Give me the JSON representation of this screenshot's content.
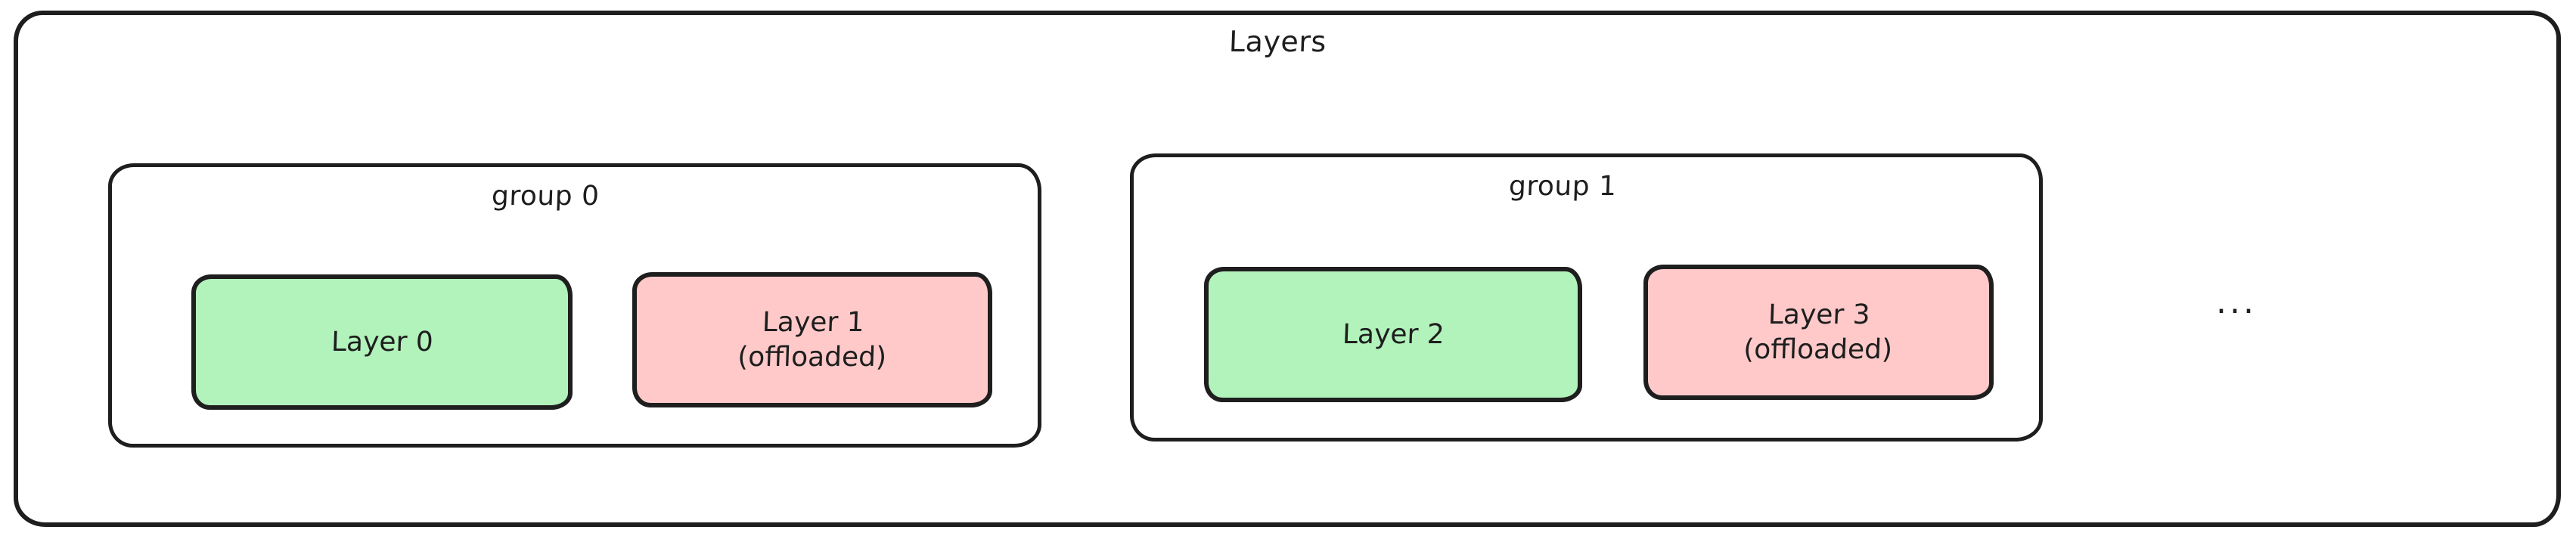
{
  "diagram": {
    "title": "Layers",
    "style": "hand-drawn",
    "background_color": "#ffffff",
    "stroke_color": "#1e1e1e",
    "colors": {
      "resident_fill": "#b2f2bb",
      "offloaded_fill": "#ffc9c9",
      "container_fill": "#ffffff"
    },
    "groups": [
      {
        "label": "group 0",
        "layers": [
          {
            "label": "Layer 0",
            "state": "resident",
            "fill": "#b2f2bb"
          },
          {
            "label": "Layer 1\n(offloaded)",
            "state": "offloaded",
            "fill": "#ffc9c9"
          }
        ]
      },
      {
        "label": "group 1",
        "layers": [
          {
            "label": "Layer 2",
            "state": "resident",
            "fill": "#b2f2bb"
          },
          {
            "label": "Layer 3\n(offloaded)",
            "state": "offloaded",
            "fill": "#ffc9c9"
          }
        ]
      }
    ],
    "continuation": "..."
  }
}
